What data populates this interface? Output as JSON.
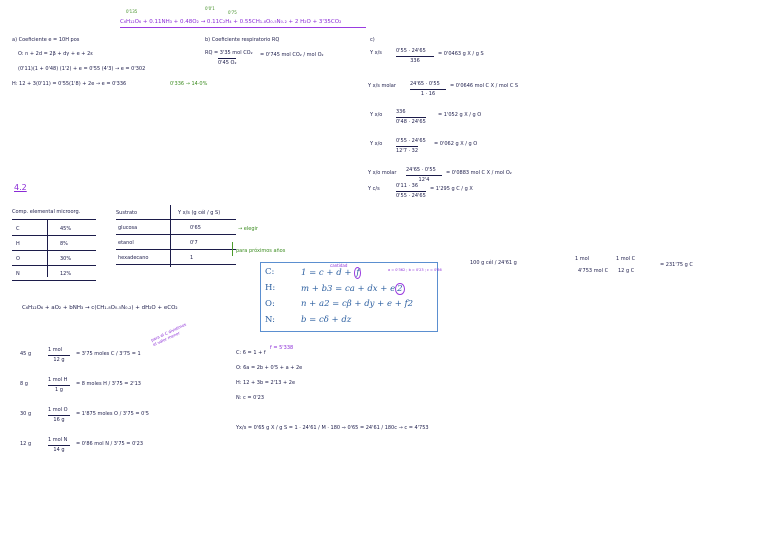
{
  "colors": {
    "ink": "#1c1c4a",
    "purple_ink": "#8a2bd6",
    "green_ink": "#3c8c20",
    "box_border": "#5b8fd0",
    "box_text": "#2c5fa0"
  },
  "top": {
    "annot_1": "0'135",
    "annot_2": "0'0'1",
    "annot_3": "0'75",
    "reaction": "C₆H₁₂O₆ + 0.11NH₃ + 0.48O₂ → 0.11C₂H₄ + 0.55CH₁.₈O₀.₅N₀.₂ + 2 H₂O + 3'35CO₂"
  },
  "section_a": {
    "title": "a) Coeficiente  e = 10H pos",
    "line1": "O: n + 2d = 2β + dγ + e + 2ε",
    "line2": "(0'11)(1 + 0'48) (1'2) + e = 0'55 (4'3) → e = 0'302",
    "line3": "H: 12 + 3(0'11) = 0'55(1'8) + 2e → e = 0'336",
    "line3_tag": "0'336 → 14·0%"
  },
  "section_b": {
    "title": "b) Coeficiente respiratorio RQ",
    "num": "RQ = 3'35 mol CO₂",
    "den": "0'45 O₂",
    "result": "= 0'745 mol CO₂ / mol O₂"
  },
  "section_c": {
    "title": "c)",
    "y1_lbl": "Y x/s",
    "y1_num": "0'55 · 24'65",
    "y1_den": "336",
    "y1_res": "= 0'0463 g X / g S",
    "y2_lbl": "Y x/s molar",
    "y2_num": "24'65 · 0'55",
    "y2_den": "1 · 16",
    "y2_res": "= 0'0646 mol C X / mol C S",
    "y3_lbl": "Y x/o",
    "y3_num": "336",
    "y3_den": "0'48 · 24'65",
    "y3_res": "= 1'052 g X / g O",
    "y4_lbl": "Y x/o",
    "y4_num": "0'55 · 24'65",
    "y4_den": "12'7 · 32",
    "y4_res": "= 0'062 g X / g O",
    "y5_lbl": "Y x/o molar",
    "y5_num": "24'65 · 0'55",
    "y5_den": "12'4",
    "y5_res": "= 0'0883 mol C X / mol O₂",
    "y6_lbl": "Y c/s",
    "y6_num": "0'11 · 36",
    "y6_den": "0'55 · 24'65",
    "y6_res": "= 1'295 g C / g X"
  },
  "part2": {
    "heading": "4.2"
  },
  "table_elements": {
    "header": "Comp. elemental microorg.",
    "rows": [
      {
        "el": "C",
        "val": "45%"
      },
      {
        "el": "H",
        "val": "8%"
      },
      {
        "el": "O",
        "val": "30%"
      },
      {
        "el": "N",
        "val": "12%"
      }
    ]
  },
  "table_substrates": {
    "h1": "Sustrato",
    "h2": "Y x/s (g cél / g S)",
    "rows": [
      {
        "s": "glucosa",
        "y": "0'65"
      },
      {
        "s": "etanol",
        "y": "0'7"
      },
      {
        "s": "hexadecano",
        "y": "1"
      }
    ],
    "note_1": "→ elegir",
    "note_2": "para próximos años"
  },
  "reaction2": "C₆H₁₂O₆ + aO₂ + bNH₃ → c(CH₁.₈O₀.₅N₀.₂) + dH₂O + eCO₂",
  "moles": [
    {
      "g": "45 g",
      "num": "1 mol",
      "den": "12 g",
      "res": "= 3'75 moles C / 3'75 = 1"
    },
    {
      "g": "8 g",
      "num": "1 mol H",
      "den": "1 g",
      "res": "= 8 moles H / 3'75 = 2'13"
    },
    {
      "g": "30 g",
      "num": "1 mol O",
      "den": "16 g",
      "res": "= 1'875 moles O / 3'75 = 0'5"
    },
    {
      "g": "12 g",
      "num": "1 mol N",
      "den": "14 g",
      "res": "= 0'86 mol N / 3'75 = 0'23"
    }
  ],
  "moles_note": "para el C dividimos el valor menor",
  "eq_box": {
    "rows": [
      {
        "label": "C:",
        "pre": "1 = c + d + ",
        "circ": "f",
        "post": ""
      },
      {
        "label": "H:",
        "pre": "m + b3 = ca + dx + e",
        "circ": "2",
        "post": ""
      },
      {
        "label": "O:",
        "pre": "n + a2 = cβ + dy + e + f2",
        "circ": "",
        "post": ""
      },
      {
        "label": "N:",
        "pre": "b = cδ + dz",
        "circ": "",
        "post": ""
      }
    ],
    "annot_top": "cantidad",
    "annot_side": "a = 0'362 ; b = 0'23 ; c = 0'86"
  },
  "solve": {
    "l1": "C: 6 = 1 + f",
    "l1_tag": "f = 5'338",
    "l2": "O: 6a = 2b + 0'5 + a + 2e",
    "l3": "H: 12 + 3b = 2'13 + 2e",
    "l4": "N: c = 0'23",
    "yline": "Yx/s = 0'65 g X / g S = 1 · 24'61 / M · 180  ⇒  0'65 = 24'61 / 180c  → c = 4'753"
  },
  "far_right": {
    "a": "100 g cél / 24'61 g",
    "b": "1 mol",
    "c": "4'753 mol C",
    "d": "1 mol C",
    "e": "12 g C",
    "res": "= 231'75 g C"
  }
}
